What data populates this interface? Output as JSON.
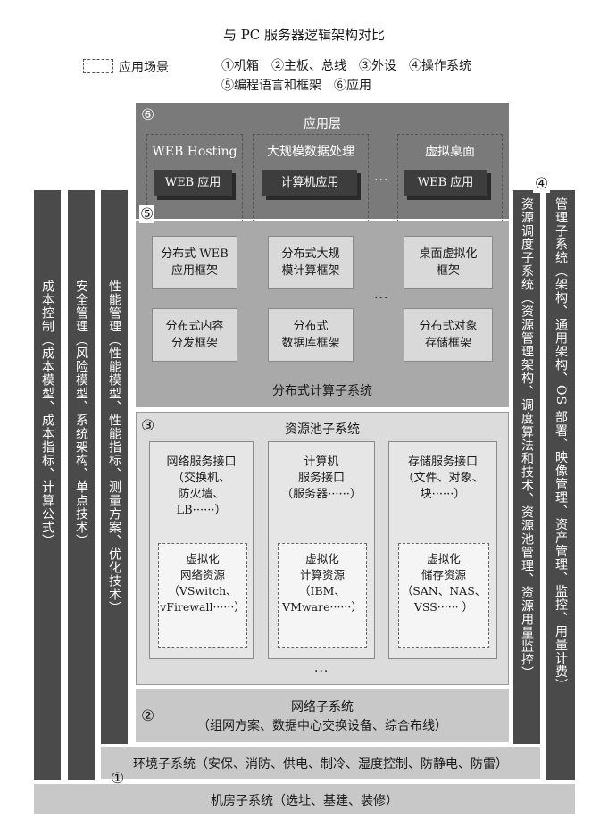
{
  "title": "与 PC 服务器逻辑架构对比",
  "legend": {
    "label": "应用场景",
    "line1": "①机箱　②主板、总线　③外设　④操作系统",
    "line2": "⑤编程语言和框架　⑥应用"
  },
  "left_columns": [
    {
      "text": "成本控制（成本模型、成本指标、计算公式）"
    },
    {
      "text": "安全管理（风险模型、系统架构、单点技术）"
    },
    {
      "text": "性能管理（性能模型、性能指标、测量方案、优化技术）"
    }
  ],
  "right_columns": [
    {
      "text": "资源调度子系统（资源管理架构、调度算法和技术、资源池管理、资源用量监控）"
    },
    {
      "text": "管理子系统（架构、通用架构、OS 部署、映像管理、资产管理、监控、用量计费）"
    }
  ],
  "right_marker": "④",
  "app_layer": {
    "marker": "⑥",
    "title": "应用层",
    "scenarios": [
      {
        "label": "WEB Hosting",
        "app": "WEB 应用"
      },
      {
        "label": "大规模数据处理",
        "app": "计算机应用"
      },
      {
        "label": "虚拟桌面",
        "app": "WEB 应用"
      }
    ],
    "ellipsis": "···"
  },
  "dist_layer": {
    "marker": "⑤",
    "frameworks": [
      "分布式 WEB\n应用框架",
      "分布式大规\n模计算框架",
      "桌面虚拟化\n框架",
      "分布式内容\n分发框架",
      "分布式\n数据库框架",
      "分布式对象\n存储框架"
    ],
    "ellipsis": "···",
    "title": "分布式计算子系统"
  },
  "pool_layer": {
    "marker": "③",
    "title": "资源池子系统",
    "columns": [
      {
        "interface": "网络服务接口\n（交换机、\n防火墙、\nLB······）",
        "virtual": "虚拟化\n网络资源\n（VSwitch、\nvFirewall······）"
      },
      {
        "interface": "计算机\n服务接口\n（服务器······）",
        "virtual": "虚拟化\n计算资源\n（IBM、\nVMware······）"
      },
      {
        "interface": "存储服务接口\n（文件、对象、\n块······）",
        "virtual": "虚拟化\n储存资源\n（SAN、NAS、\nVSS······ ）"
      }
    ],
    "ellipsis": "···"
  },
  "network_layer": {
    "marker": "②",
    "title": "网络子系统",
    "subtitle": "（组网方案、数据中心交换设备、综合布线）"
  },
  "env_layer": {
    "text": "环境子系统（安保、消防、供电、制冷、湿度控制、防静电、防雷）",
    "marker": "①"
  },
  "room_layer": {
    "text": "机房子系统（选址、基建、装修）"
  }
}
